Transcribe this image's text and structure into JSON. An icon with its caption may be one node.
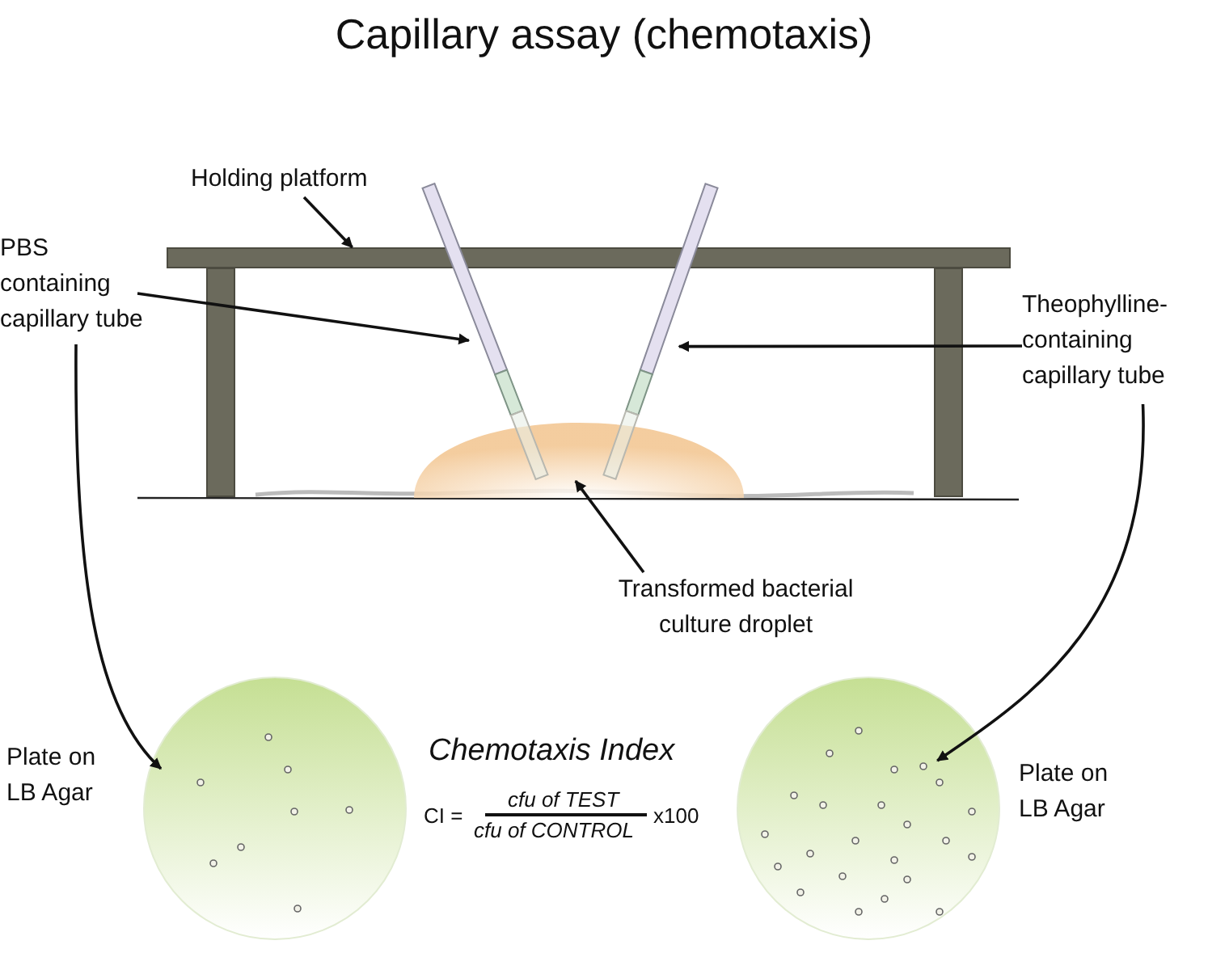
{
  "diagram": {
    "title": "Capillary assay (chemotaxis)",
    "nodes": [
      {
        "text": [
          "Holding platform"
        ]
      },
      {
        "text": [],
        "shape": "bar"
      },
      {
        "text": [
          "PBS containing capillary tube"
        ]
      },
      {
        "text": [],
        "shape": "bar"
      },
      {
        "text": [
          "Theophylline-containing capillary tube"
        ]
      },
      {
        "text": [],
        "shape": "bar"
      },
      {
        "text": [
          "Transformed bacterial culture droplet"
        ]
      },
      {
        "text": [],
        "shape": "picture"
      },
      {
        "text": [
          "Plate on LB Agar"
        ]
      },
      {
        "text": [],
        "shape": "circle"
      },
      {
        "text": [],
        "shape": "circle"
      },
      {
        "text": [
          "Plate on LB Agar"
        ]
      }
    ],
    "edges": [
      {
        "from": 0,
        "to": 1,
        "arrow": "to"
      },
      {
        "from": 2,
        "to": 3,
        "arrow": "to"
      },
      {
        "from": 4,
        "to": 5,
        "arrow": "to"
      },
      {
        "from": 6,
        "to": 7,
        "arrow": "to"
      },
      {
        "from": 2,
        "to": 9,
        "arrow": "to"
      },
      {
        "from": 4,
        "to": 10,
        "arrow": "to"
      }
    ],
    "labels": [
      "Chemotaxis Index",
      "CI =",
      "cfu of TEST",
      "cfu of CONTROL",
      "x100"
    ]
  }
}
